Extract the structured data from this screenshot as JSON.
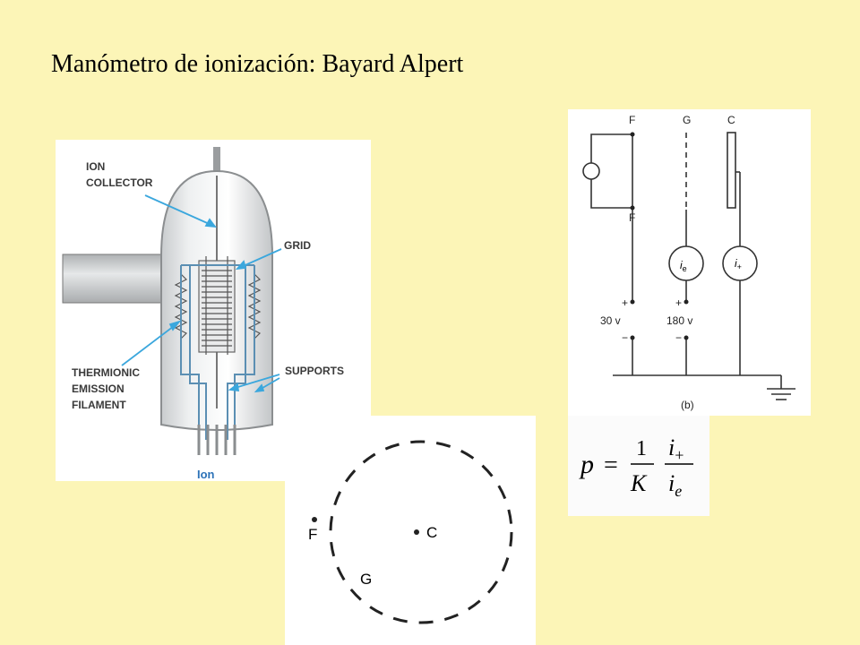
{
  "title": "Manómetro de ionización: Bayard Alpert",
  "gauge": {
    "ion_collector_1": "ION",
    "ion_collector_2": "COLLECTOR",
    "grid": "GRID",
    "filament_1": "THERMIONIC",
    "filament_2": "EMISSION",
    "filament_3": "FILAMENT",
    "supports": "SUPPORTS",
    "caption": "Ion"
  },
  "circuit": {
    "terminal_f_top": "F",
    "terminal_g": "G",
    "terminal_c": "C",
    "terminal_f_bottom": "F",
    "meter_e": "i",
    "meter_e_sub": "e",
    "meter_plus": "i",
    "meter_plus_sub": "+",
    "plus_1": "+",
    "plus_2": "+",
    "minus_1": "−",
    "minus_2": "−",
    "voltage_1": "30 v",
    "voltage_2": "180 v",
    "caption": "(b)"
  },
  "formula": {
    "lhs": "p",
    "eq": "=",
    "num1": "1",
    "den1": "K",
    "num2": "i",
    "num2_sub": "+",
    "den2": "i",
    "den2_sub": "e"
  },
  "plan": {
    "f": "F",
    "c": "C",
    "g": "G"
  },
  "colors": {
    "background": "#fcf5b7",
    "arrow": "#3ba7dd",
    "wire": "#333333"
  }
}
